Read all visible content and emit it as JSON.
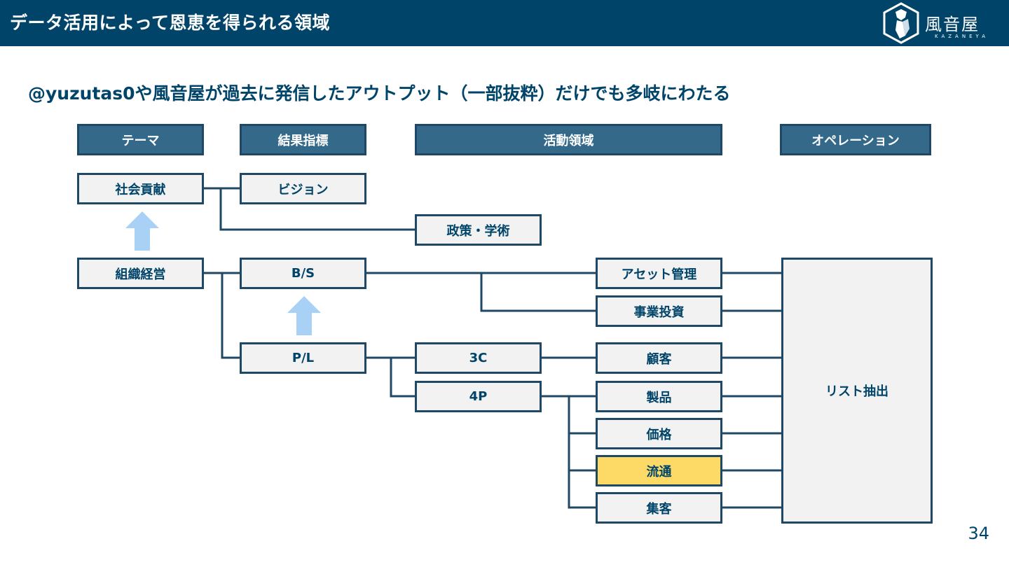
{
  "header": {
    "title": "データ活用によって恩恵を得られる領域"
  },
  "logo": {
    "name": "風音屋",
    "sub": "KAZANEYA"
  },
  "subtitle": "@yuzutas0や風音屋が過去に発信したアウトプット（一部抜粋）だけでも多岐にわたる",
  "columns": {
    "theme": "テーマ",
    "result_index": "結果指標",
    "activity_area": "活動領域",
    "operation": "オペレーション"
  },
  "nodes": {
    "social_contribution": "社会貢献",
    "vision": "ビジョン",
    "policy_academia": "政策・学術",
    "org_management": "組織経営",
    "bs": "B/S",
    "pl": "P/L",
    "asset_management": "アセット管理",
    "business_investment": "事業投資",
    "three_c": "3C",
    "four_p": "4P",
    "customer": "顧客",
    "product": "製品",
    "price": "価格",
    "distribution": "流通",
    "customer_acquisition": "集客",
    "list_extraction": "リスト抽出"
  },
  "colors": {
    "header_bg": "#004469",
    "column_header_bg": "#34698a",
    "box_bg": "#f2f2f2",
    "highlight": "#fdd966",
    "arrow": "#a9d1f5"
  },
  "page_number": "34"
}
